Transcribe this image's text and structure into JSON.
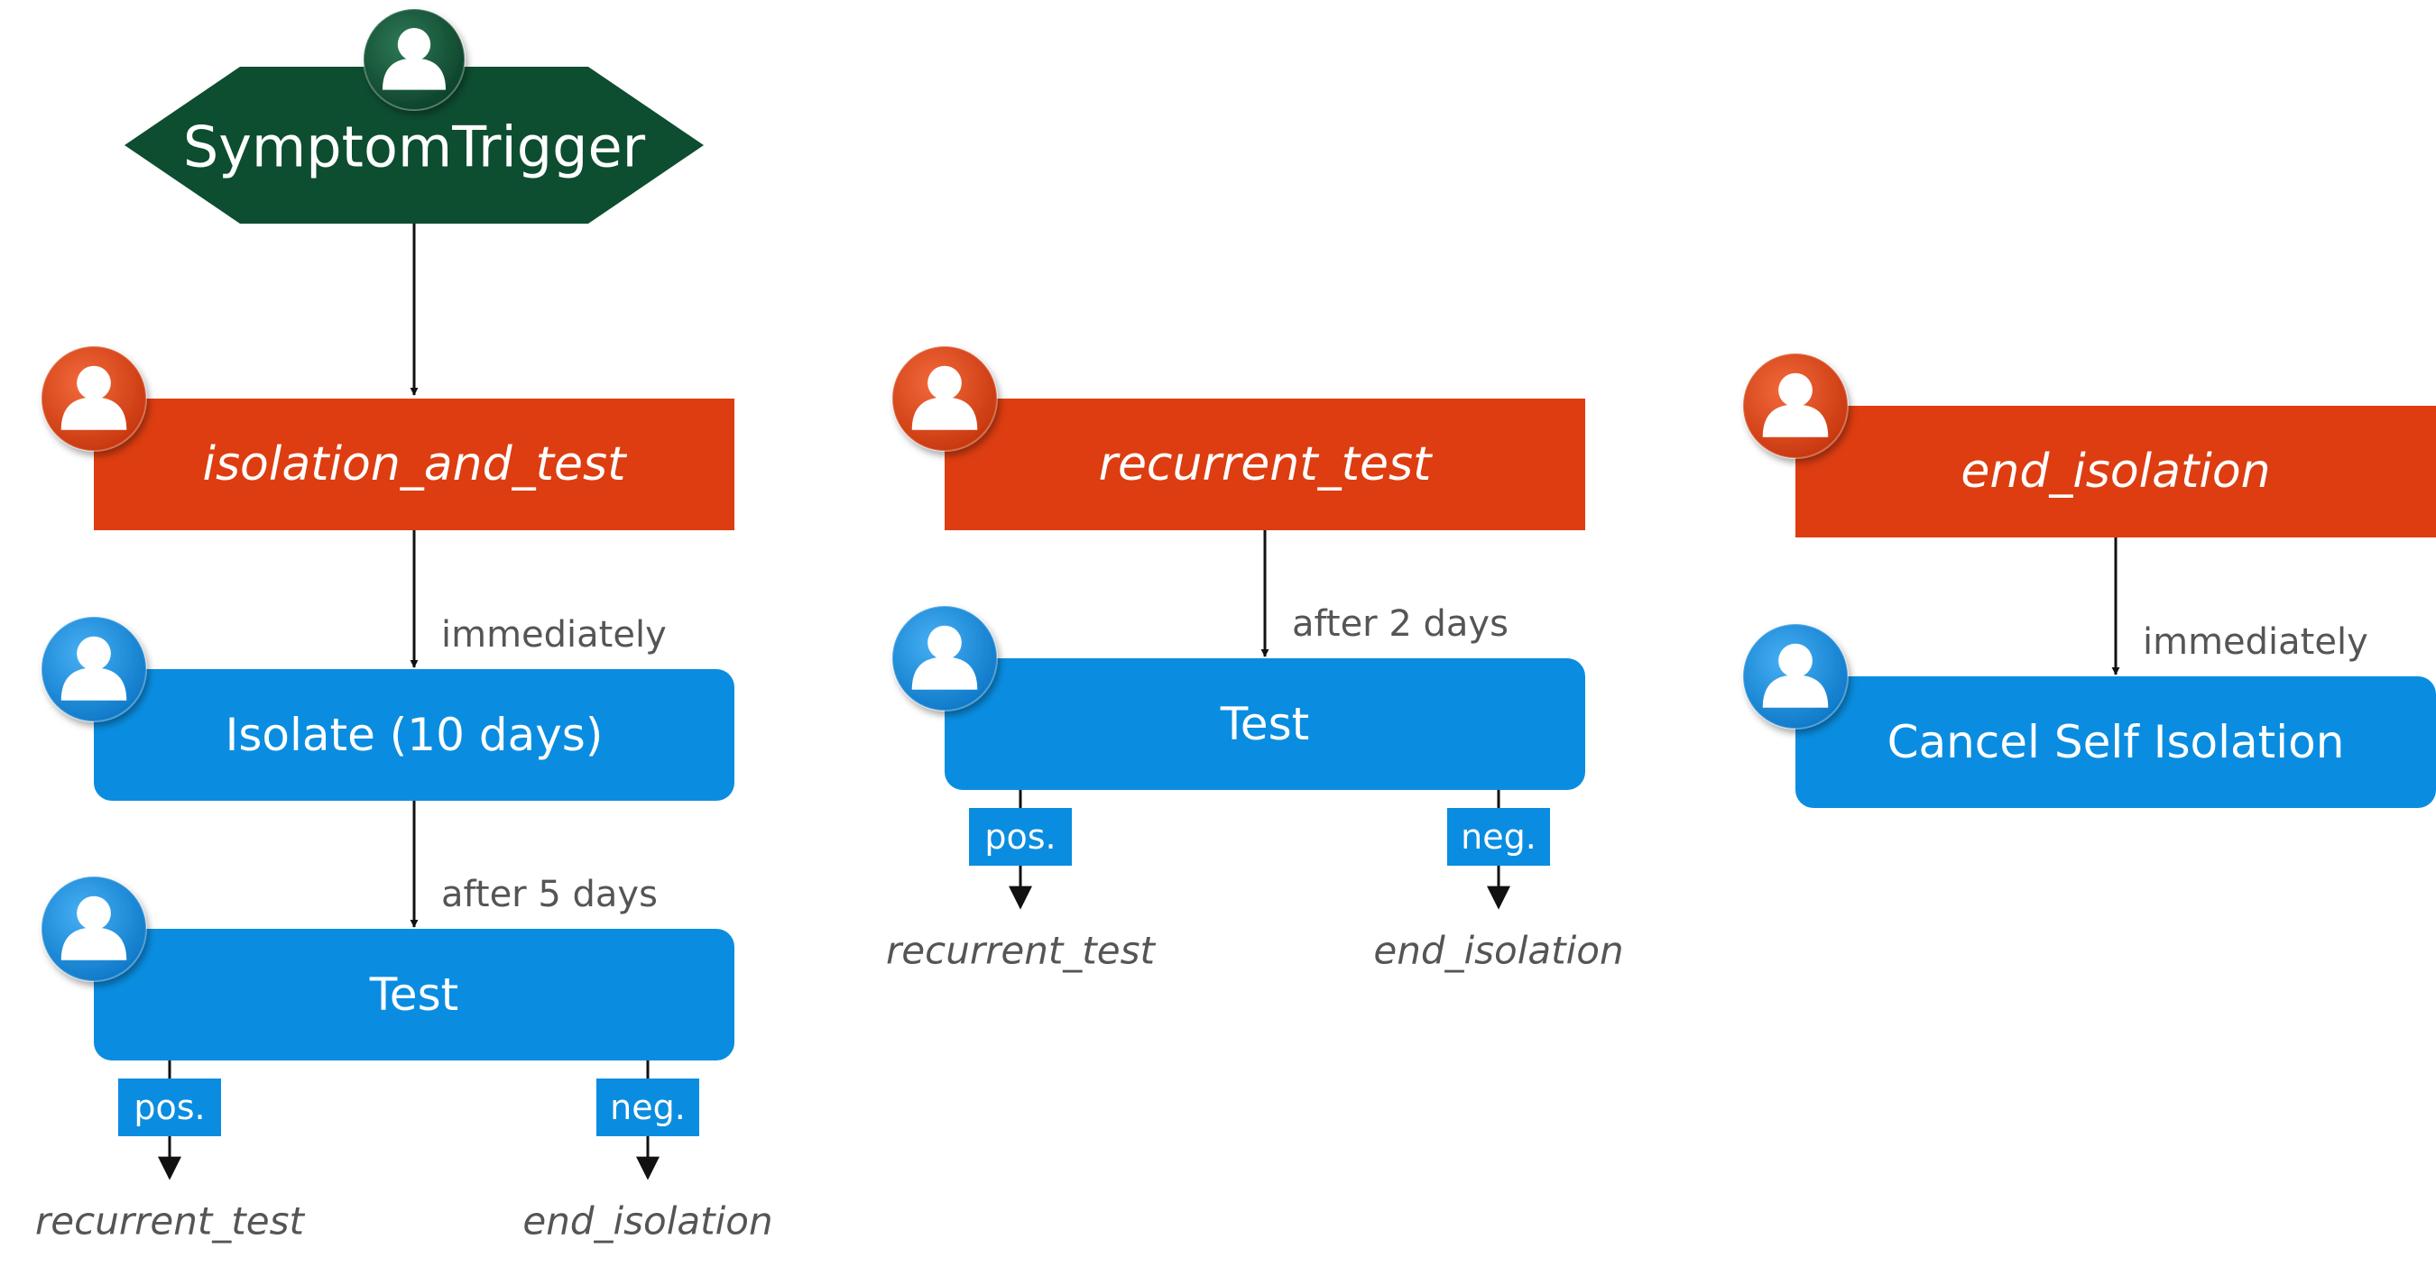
{
  "colors": {
    "trigger": "#0d4d30",
    "trigger_badge": "#0d4d30",
    "strategy": "#dd3d10",
    "strategy_badge": "#e64a19",
    "action": "#0a8de0",
    "action_badge": "#1a90e6",
    "text_muted": "#555555",
    "edge": "#111111"
  },
  "icons": {
    "trigger_badge": "person-icon",
    "strategy_badge": "person-icon",
    "action_badge": "person-icon"
  },
  "trigger": {
    "label": "SymptomTrigger"
  },
  "strategies": [
    {
      "label": "isolation_and_test",
      "steps": [
        {
          "edge_label": "immediately",
          "label": "Isolate (10 days)"
        },
        {
          "edge_label": "after 5 days",
          "label": "Test",
          "outcomes": [
            {
              "tag": "pos.",
              "target": "recurrent_test"
            },
            {
              "tag": "neg.",
              "target": "end_isolation"
            }
          ]
        }
      ]
    },
    {
      "label": "recurrent_test",
      "steps": [
        {
          "edge_label": "after 2 days",
          "label": "Test",
          "outcomes": [
            {
              "tag": "pos.",
              "target": "recurrent_test"
            },
            {
              "tag": "neg.",
              "target": "end_isolation"
            }
          ]
        }
      ]
    },
    {
      "label": "end_isolation",
      "steps": [
        {
          "edge_label": "immediately",
          "label": "Cancel Self Isolation"
        }
      ]
    }
  ]
}
